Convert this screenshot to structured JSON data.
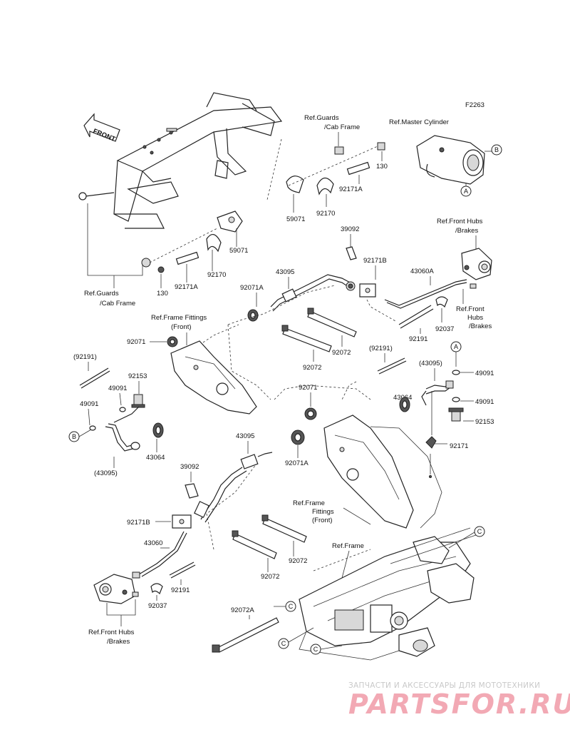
{
  "figure_code": "F2263",
  "front_arrow": "FRONT",
  "labels": {
    "ref_guards_top": "Ref.Guards",
    "ref_guards_top_2": "/Cab Frame",
    "ref_master_cylinder": "Ref.Master Cylinder",
    "p130_top": "130",
    "p92171A_top": "92171A",
    "p59071_top": "59071",
    "p92170_top": "92170",
    "p59071_left": "59071",
    "p92170_left": "92170",
    "p92171A_left": "92171A",
    "p130_left": "130",
    "ref_guards_left": "Ref.Guards",
    "ref_guards_left_2": "/Cab Frame",
    "p39092_top": "39092",
    "ref_front_hubs_top": "Ref.Front Hubs",
    "ref_front_hubs_top_2": "/Brakes",
    "p43095_top": "43095",
    "p92171B_top": "92171B",
    "p43060A": "43060A",
    "p92071A_top": "92071A",
    "ref_front_hubs_mid_1": "Ref.Front",
    "ref_front_hubs_mid_2": "Hubs",
    "ref_front_hubs_mid_3": "/Brakes",
    "ref_frame_fittings_left": "Ref.Frame Fittings",
    "ref_frame_fittings_left_2": "(Front)",
    "p92191_mid": "92191",
    "p92037_mid": "92037",
    "p92071_left": "92071",
    "p92072_a": "92072",
    "p92072_b": "92072",
    "p92191_paren_left": "(92191)",
    "p92191_paren_right": "(92191)",
    "p92153_left": "92153",
    "p49091_left_a": "49091",
    "p49091_left_b": "49091",
    "p43064_left": "43064",
    "p43095_paren_left": "(43095)",
    "p43095_paren_right": "(43095)",
    "p43064_right": "43064",
    "p92071_right": "92071",
    "p49091_right_a": "49091",
    "p49091_right_b": "49091",
    "p92153_right": "92153",
    "p92171_right": "92171",
    "p43095_mid": "43095",
    "p92071A_mid": "92071A",
    "p39092_mid": "39092",
    "ref_frame_fittings_right_1": "Ref.Frame",
    "ref_frame_fittings_right_2": "Fittings",
    "ref_frame_fittings_right_3": "(Front)",
    "p92171B_left": "92171B",
    "p43060": "43060",
    "ref_frame": "Ref.Frame",
    "p92072_c": "92072",
    "p92072_d": "92072",
    "p92191_low": "92191",
    "p92037_low": "92037",
    "p92072A": "92072A",
    "ref_front_hubs_low": "Ref.Front Hubs",
    "ref_front_hubs_low_2": "/Brakes"
  },
  "callouts": {
    "A": "A",
    "B": "B",
    "C": "C"
  },
  "watermark": {
    "line1": "ЗАПЧАСТИ И АКСЕССУАРЫ ДЛЯ МОТОТЕХНИКИ",
    "line2": "PARTSFOR.RU"
  }
}
